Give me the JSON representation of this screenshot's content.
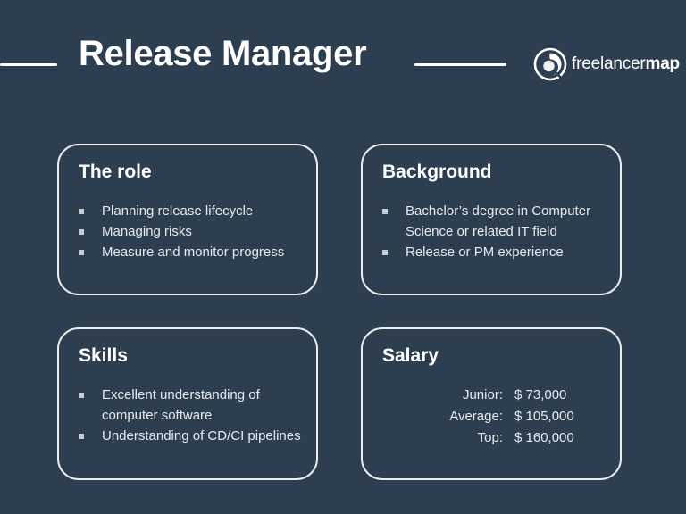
{
  "theme": {
    "background": "#2c3e50",
    "card_border": "#e9edf0",
    "title_color": "#ffffff",
    "body_color": "#e6eaee",
    "bullet_color": "#c6ccd2"
  },
  "header": {
    "title": "Release Manager",
    "rule_left": "divider-line",
    "rule_right": "divider-line",
    "logo": {
      "icon": "freelancermap-swirl-icon",
      "text_regular": "freelancer",
      "text_bold": "map"
    }
  },
  "cards": {
    "role": {
      "title": "The role",
      "bullets": [
        "Planning release lifecycle",
        "Managing risks",
        "Measure and monitor progress"
      ]
    },
    "background": {
      "title": "Background",
      "bullets": [
        "Bachelor’s degree in Computer Science or related IT field",
        "Release  or PM experience"
      ]
    },
    "skills": {
      "title": "Skills",
      "bullets": [
        "Excellent understanding of computer software",
        "Understanding of CD/CI pipelines"
      ]
    },
    "salary": {
      "title": "Salary",
      "rows": [
        {
          "label": "Junior:",
          "value": "$ 73,000"
        },
        {
          "label": "Average:",
          "value": "$ 105,000"
        },
        {
          "label": "Top:",
          "value": "$ 160,000"
        }
      ]
    }
  }
}
